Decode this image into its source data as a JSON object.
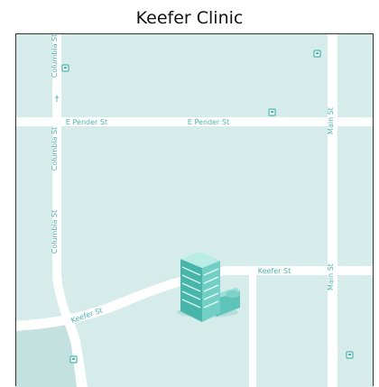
{
  "title": "Keefer Clinic",
  "colors": {
    "block": "#d6ecea",
    "road": "#ffffff",
    "park": "#c3e2df",
    "label": "#4db3ad",
    "marker": "#3fb8ad"
  },
  "streets": {
    "columbia_top": "Columbia St",
    "columbia_mid": "Columbia St",
    "columbia_low": "Columbia St",
    "pender_left": "E Pender St",
    "pender_mid": "E Pender St",
    "main_top": "Main St",
    "main_low": "Main St",
    "keefer_right": "Keefer St",
    "keefer_left": "Keefer St"
  },
  "icons": {
    "poi": "poi-square-icon",
    "clinic": "clinic-building-icon",
    "oneway": "oneway-arrow-icon"
  }
}
